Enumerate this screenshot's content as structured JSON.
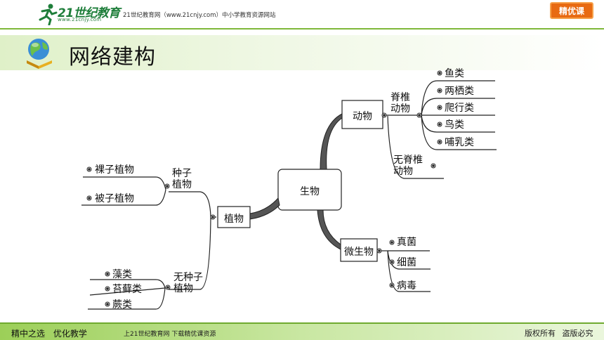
{
  "header": {
    "logo_main": "21世纪教育",
    "logo_sub": "www.21cnjy.com",
    "site_info": "21世纪教育网（www.21cnjy.com）中小学教育资源网站",
    "badge": "精优课"
  },
  "title": "网络建构",
  "mindmap": {
    "root": "生物",
    "animal": {
      "label": "动物",
      "vertebrate": [
        "脊椎",
        "动物"
      ],
      "vertebrate_children": [
        "鱼类",
        "两栖类",
        "爬行类",
        "鸟类",
        "哺乳类"
      ],
      "invertebrate": [
        "无脊椎",
        "动物"
      ]
    },
    "plant": {
      "label": "植物",
      "seed": [
        "种子",
        "植物"
      ],
      "seed_children": [
        "裸子植物",
        "被子植物"
      ],
      "seedless": [
        "无种子",
        "植物"
      ],
      "seedless_children": [
        "藻类",
        "苔藓类",
        "蕨类"
      ]
    },
    "microbe": {
      "label": "微生物",
      "children": [
        "真菌",
        "细菌",
        "病毒"
      ]
    }
  },
  "footer": {
    "left": "精中之选 优化教学",
    "mid": "上21世纪教育网 下载精优课资源",
    "right": "版权所有 盗版必究"
  },
  "colors": {
    "accent_green": "#7fb83a",
    "badge_orange": "#e86a12"
  }
}
